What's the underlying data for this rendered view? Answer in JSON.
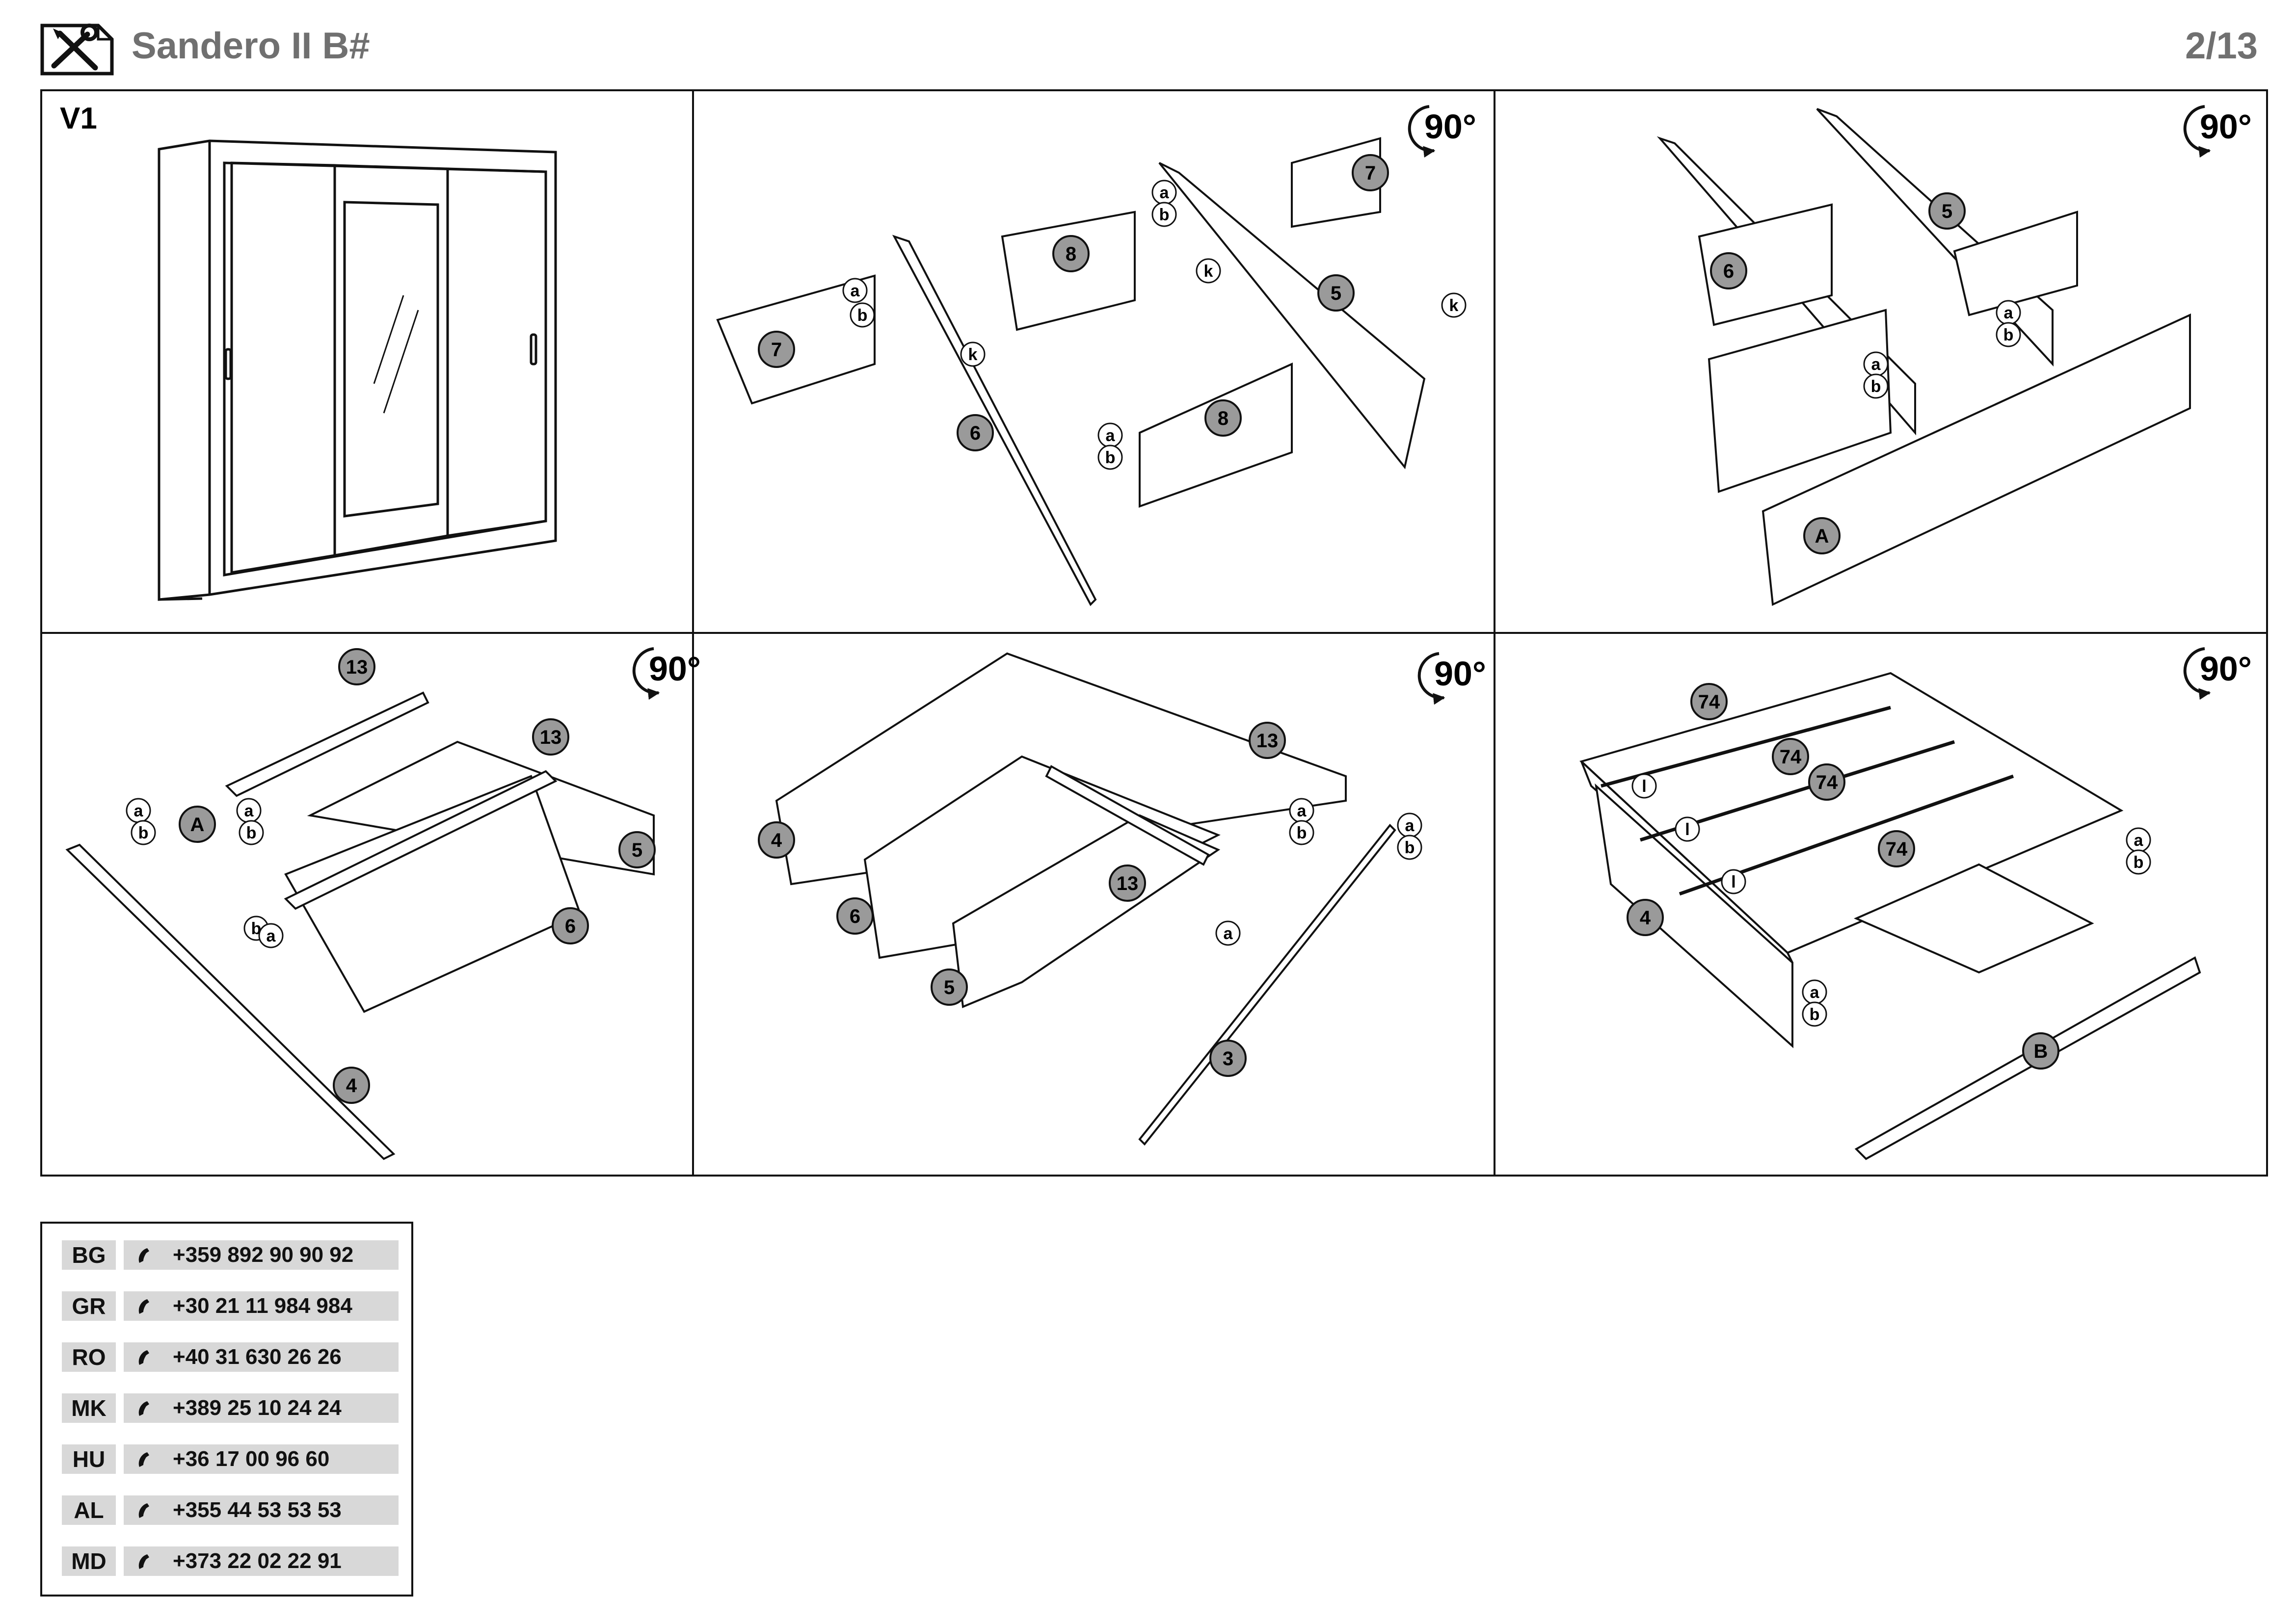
{
  "header": {
    "title": "Sandero II B#",
    "page": "2/13",
    "icon": "assembly-tools-icon"
  },
  "steps": {
    "step1": {
      "label": "V1"
    },
    "step2": {
      "rotation": "90°",
      "parts": [
        "7",
        "8",
        "8",
        "5",
        "6",
        "7"
      ],
      "hardware": [
        "a",
        "b",
        "k"
      ]
    },
    "step3": {
      "rotation": "90°",
      "parts": [
        "5",
        "6",
        "A"
      ],
      "hardware": [
        "a",
        "b"
      ]
    },
    "step4": {
      "rotation": "90°",
      "parts": [
        "13",
        "13",
        "A",
        "5",
        "6",
        "4"
      ],
      "hardware": [
        "a",
        "b"
      ]
    },
    "step5": {
      "rotation": "90°",
      "parts": [
        "13",
        "4",
        "13",
        "6",
        "5",
        "3"
      ],
      "hardware": [
        "a",
        "b"
      ]
    },
    "step6": {
      "rotation": "90°",
      "parts": [
        "74",
        "74",
        "74",
        "74",
        "4",
        "B"
      ],
      "hardware": [
        "a",
        "b",
        "l"
      ]
    }
  },
  "contacts": [
    {
      "country": "BG",
      "phone": "+359 892 90 90 92"
    },
    {
      "country": "GR",
      "phone": "+30 21 11 984 984"
    },
    {
      "country": "RO",
      "phone": "+40 31 630 26 26"
    },
    {
      "country": "MK",
      "phone": "+389 25 10 24 24"
    },
    {
      "country": "HU",
      "phone": "+36 17 00 96 60"
    },
    {
      "country": "AL",
      "phone": "+355 44 53 53 53"
    },
    {
      "country": "MD",
      "phone": "+373 22 02 22 91"
    }
  ],
  "colors": {
    "title": "#707070",
    "badge": "#9a9a9a",
    "line": "#111111",
    "contact_bg": "#d8d8d8"
  }
}
